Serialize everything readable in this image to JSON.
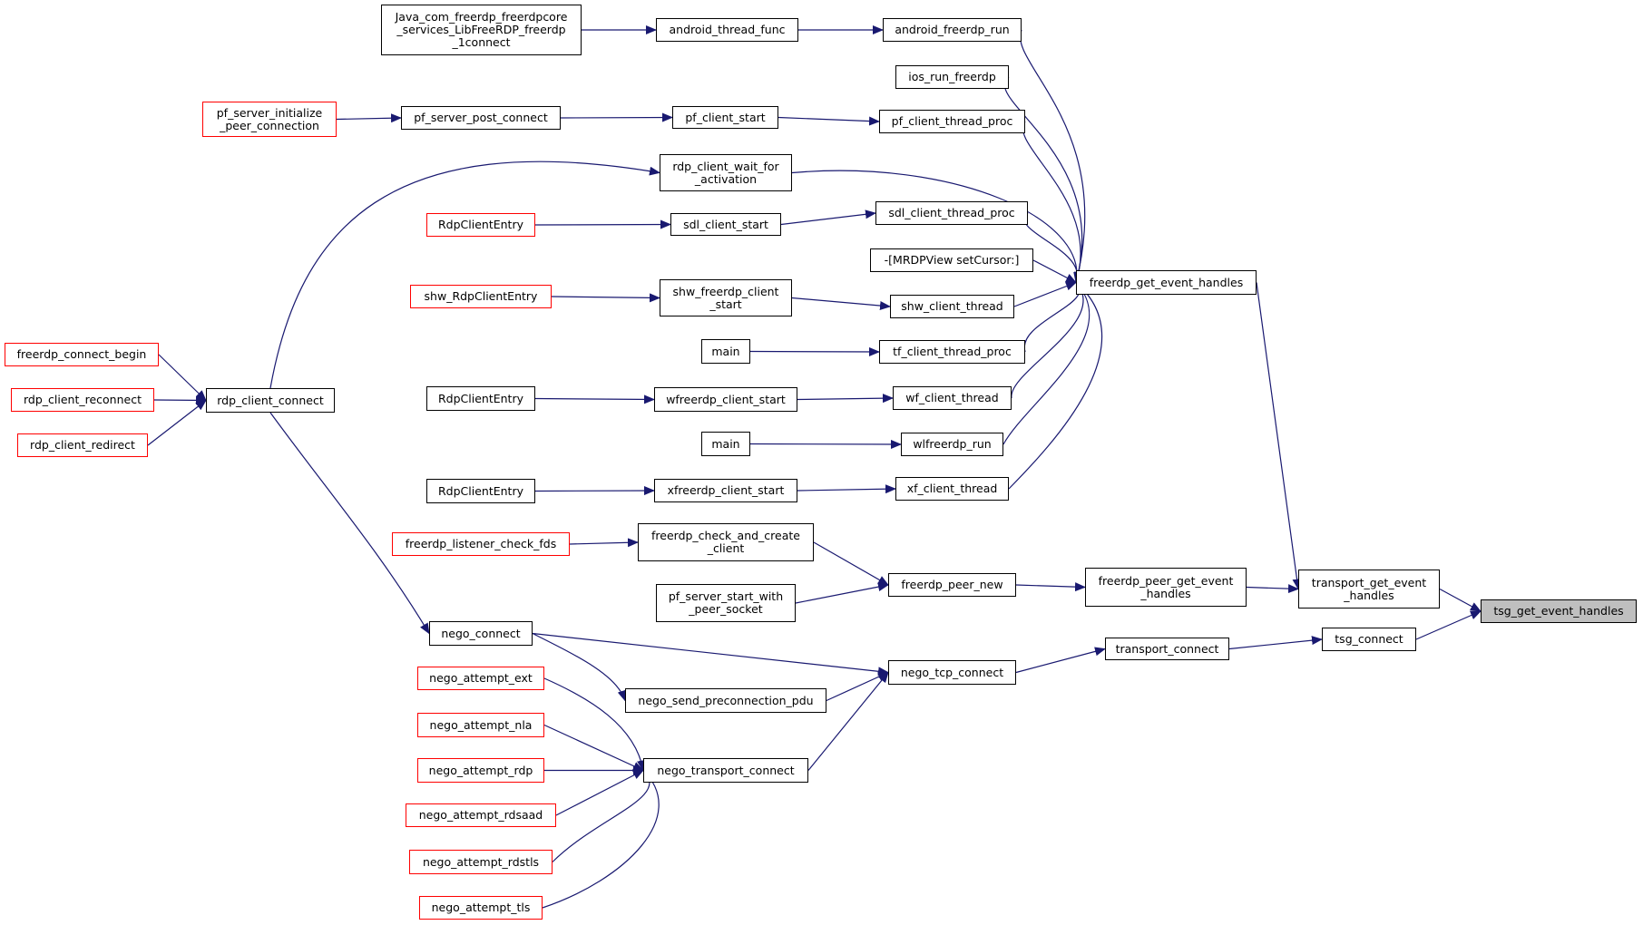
{
  "graph": {
    "edge_color": "#191970",
    "nodes": [
      {
        "id": "n1",
        "label": "tsg_get_event_handles",
        "current": true
      },
      {
        "id": "n2",
        "label": "transport_get_event\n_handles"
      },
      {
        "id": "n3",
        "label": "tsg_connect"
      },
      {
        "id": "n4",
        "label": "freerdp_get_event_handles"
      },
      {
        "id": "n5",
        "label": "freerdp_peer_get_event\n_handles"
      },
      {
        "id": "n6",
        "label": "transport_connect"
      },
      {
        "id": "n7",
        "label": "android_freerdp_run"
      },
      {
        "id": "n8",
        "label": "ios_run_freerdp"
      },
      {
        "id": "n9",
        "label": "pf_client_thread_proc"
      },
      {
        "id": "n10",
        "label": "sdl_client_thread_proc"
      },
      {
        "id": "n11",
        "label": "-[MRDPView setCursor:]"
      },
      {
        "id": "n12",
        "label": "shw_client_thread"
      },
      {
        "id": "n13",
        "label": "tf_client_thread_proc"
      },
      {
        "id": "n14",
        "label": "wf_client_thread"
      },
      {
        "id": "n15",
        "label": "wlfreerdp_run"
      },
      {
        "id": "n16",
        "label": "xf_client_thread"
      },
      {
        "id": "n17",
        "label": "freerdp_peer_new"
      },
      {
        "id": "n18",
        "label": "nego_tcp_connect"
      },
      {
        "id": "n19",
        "label": "android_thread_func"
      },
      {
        "id": "n20",
        "label": "pf_client_start"
      },
      {
        "id": "n21",
        "label": "rdp_client_wait_for\n_activation"
      },
      {
        "id": "n22",
        "label": "sdl_client_start"
      },
      {
        "id": "n23",
        "label": "shw_freerdp_client\n_start"
      },
      {
        "id": "n24",
        "label": "main"
      },
      {
        "id": "n25",
        "label": "wfreerdp_client_start"
      },
      {
        "id": "n26",
        "label": "main"
      },
      {
        "id": "n27",
        "label": "xfreerdp_client_start"
      },
      {
        "id": "n28",
        "label": "freerdp_check_and_create\n_client"
      },
      {
        "id": "n29",
        "label": "pf_server_start_with\n_peer_socket"
      },
      {
        "id": "n30",
        "label": "nego_send_preconnection_pdu"
      },
      {
        "id": "n31",
        "label": "nego_transport_connect"
      },
      {
        "id": "n32",
        "label": "Java_com_freerdp_freerdpcore\n_services_LibFreeRDP_freerdp\n_1connect"
      },
      {
        "id": "n33",
        "label": "pf_server_post_connect"
      },
      {
        "id": "n34",
        "label": "RdpClientEntry",
        "truncated": true
      },
      {
        "id": "n35",
        "label": "shw_RdpClientEntry",
        "truncated": true
      },
      {
        "id": "n36",
        "label": "RdpClientEntry"
      },
      {
        "id": "n37",
        "label": "RdpClientEntry"
      },
      {
        "id": "n38",
        "label": "freerdp_listener_check_fds",
        "truncated": true
      },
      {
        "id": "n39",
        "label": "nego_connect"
      },
      {
        "id": "n40",
        "label": "nego_attempt_ext",
        "truncated": true
      },
      {
        "id": "n41",
        "label": "nego_attempt_nla",
        "truncated": true
      },
      {
        "id": "n42",
        "label": "nego_attempt_rdp",
        "truncated": true
      },
      {
        "id": "n43",
        "label": "nego_attempt_rdsaad",
        "truncated": true
      },
      {
        "id": "n44",
        "label": "nego_attempt_rdstls",
        "truncated": true
      },
      {
        "id": "n45",
        "label": "nego_attempt_tls",
        "truncated": true
      },
      {
        "id": "n46",
        "label": "pf_server_initialize\n_peer_connection",
        "truncated": true
      },
      {
        "id": "n47",
        "label": "rdp_client_connect"
      },
      {
        "id": "n48",
        "label": "freerdp_connect_begin",
        "truncated": true
      },
      {
        "id": "n49",
        "label": "rdp_client_reconnect",
        "truncated": true
      },
      {
        "id": "n50",
        "label": "rdp_client_redirect",
        "truncated": true
      }
    ],
    "edges": [
      [
        "n2",
        "n1"
      ],
      [
        "n3",
        "n1"
      ],
      [
        "n4",
        "n2"
      ],
      [
        "n5",
        "n2"
      ],
      [
        "n6",
        "n3"
      ],
      [
        "n7",
        "n4"
      ],
      [
        "n8",
        "n4"
      ],
      [
        "n9",
        "n4"
      ],
      [
        "n10",
        "n4"
      ],
      [
        "n11",
        "n4"
      ],
      [
        "n12",
        "n4"
      ],
      [
        "n13",
        "n4"
      ],
      [
        "n14",
        "n4"
      ],
      [
        "n15",
        "n4"
      ],
      [
        "n16",
        "n4"
      ],
      [
        "n21",
        "n4"
      ],
      [
        "n17",
        "n5"
      ],
      [
        "n18",
        "n6"
      ],
      [
        "n19",
        "n7"
      ],
      [
        "n20",
        "n9"
      ],
      [
        "n22",
        "n10"
      ],
      [
        "n23",
        "n12"
      ],
      [
        "n24",
        "n13"
      ],
      [
        "n25",
        "n14"
      ],
      [
        "n26",
        "n15"
      ],
      [
        "n27",
        "n16"
      ],
      [
        "n28",
        "n17"
      ],
      [
        "n29",
        "n17"
      ],
      [
        "n39",
        "n18"
      ],
      [
        "n30",
        "n18"
      ],
      [
        "n31",
        "n18"
      ],
      [
        "n32",
        "n19"
      ],
      [
        "n33",
        "n20"
      ],
      [
        "n47",
        "n21"
      ],
      [
        "n34",
        "n22"
      ],
      [
        "n35",
        "n23"
      ],
      [
        "n36",
        "n25"
      ],
      [
        "n37",
        "n27"
      ],
      [
        "n38",
        "n28"
      ],
      [
        "n39",
        "n30"
      ],
      [
        "n40",
        "n31"
      ],
      [
        "n41",
        "n31"
      ],
      [
        "n42",
        "n31"
      ],
      [
        "n43",
        "n31"
      ],
      [
        "n44",
        "n31"
      ],
      [
        "n45",
        "n31"
      ],
      [
        "n46",
        "n33"
      ],
      [
        "n47",
        "n39"
      ],
      [
        "n48",
        "n47"
      ],
      [
        "n49",
        "n47"
      ],
      [
        "n50",
        "n47"
      ]
    ]
  }
}
